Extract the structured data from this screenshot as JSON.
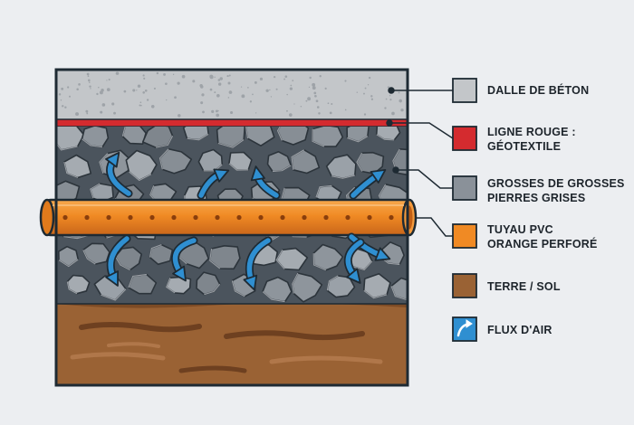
{
  "legend": [
    {
      "key": "concrete",
      "label": "DALLE DE BÉTON",
      "color": "#c3c6c9"
    },
    {
      "key": "geotextile",
      "label": "LIGNE ROUGE :\nGÉOTEXTILE",
      "color": "#d42b2f"
    },
    {
      "key": "gravel",
      "label": "GROSSES DE GROSSES\nPIERRES GRISES",
      "color": "#8a9199"
    },
    {
      "key": "pipe",
      "label": "TUYAU PVC\nORANGE PERFORÉ",
      "color": "#f08a24"
    },
    {
      "key": "soil",
      "label": "TERRE / SOL",
      "color": "#9a6234"
    },
    {
      "key": "airflow",
      "label": "FLUX D'AIR",
      "color": "#2f8fd1",
      "icon": "curved-arrow-icon"
    }
  ],
  "colors": {
    "background": "#eceef1",
    "outline": "#1e2a33",
    "air_arrow": "#2f8fd1"
  }
}
